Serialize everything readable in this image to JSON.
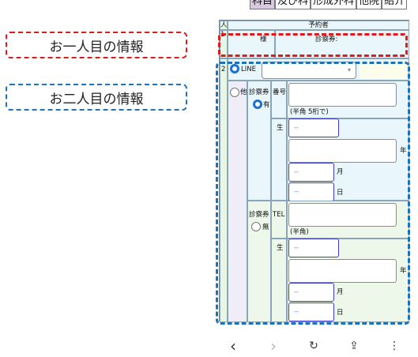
{
  "callouts": {
    "first": "お一人目の情報",
    "second": "お二人目の情報"
  },
  "tabs": [
    "科目",
    "及び科",
    "形成外科",
    "他院",
    "紹介"
  ],
  "form": {
    "header": {
      "col_person": "人",
      "col_reserver": "予約者"
    },
    "row1": {
      "index": "1",
      "mark": "\"",
      "sama": "様",
      "card_label": "診察券:"
    },
    "row2": {
      "index": "2",
      "line_label": "LINE",
      "select_arrow": "▾",
      "other_label": "他",
      "card_label": "診察券",
      "card_yes": "有",
      "number_label": "番号",
      "number_hint": "(半角 5桁で)",
      "birth_label": "生",
      "year_label": "年",
      "month_label": "月",
      "day_label": "日",
      "placeholder_dash": "--",
      "card_label2": "診察券",
      "tel_label": "TEL",
      "card_no": "無",
      "tel_hint": "(半角)",
      "birth_label2": "生",
      "year_label2": "年",
      "month_label2": "月",
      "day_label2": "日"
    }
  },
  "navbar": {
    "back": "‹",
    "forward": "›",
    "reload": "↻",
    "share": "⇪",
    "more": "⋮"
  },
  "colors": {
    "callout_first_border": "#e0191b",
    "callout_second_border": "#1e73b8",
    "radio_selected": "#1a6fd8"
  }
}
